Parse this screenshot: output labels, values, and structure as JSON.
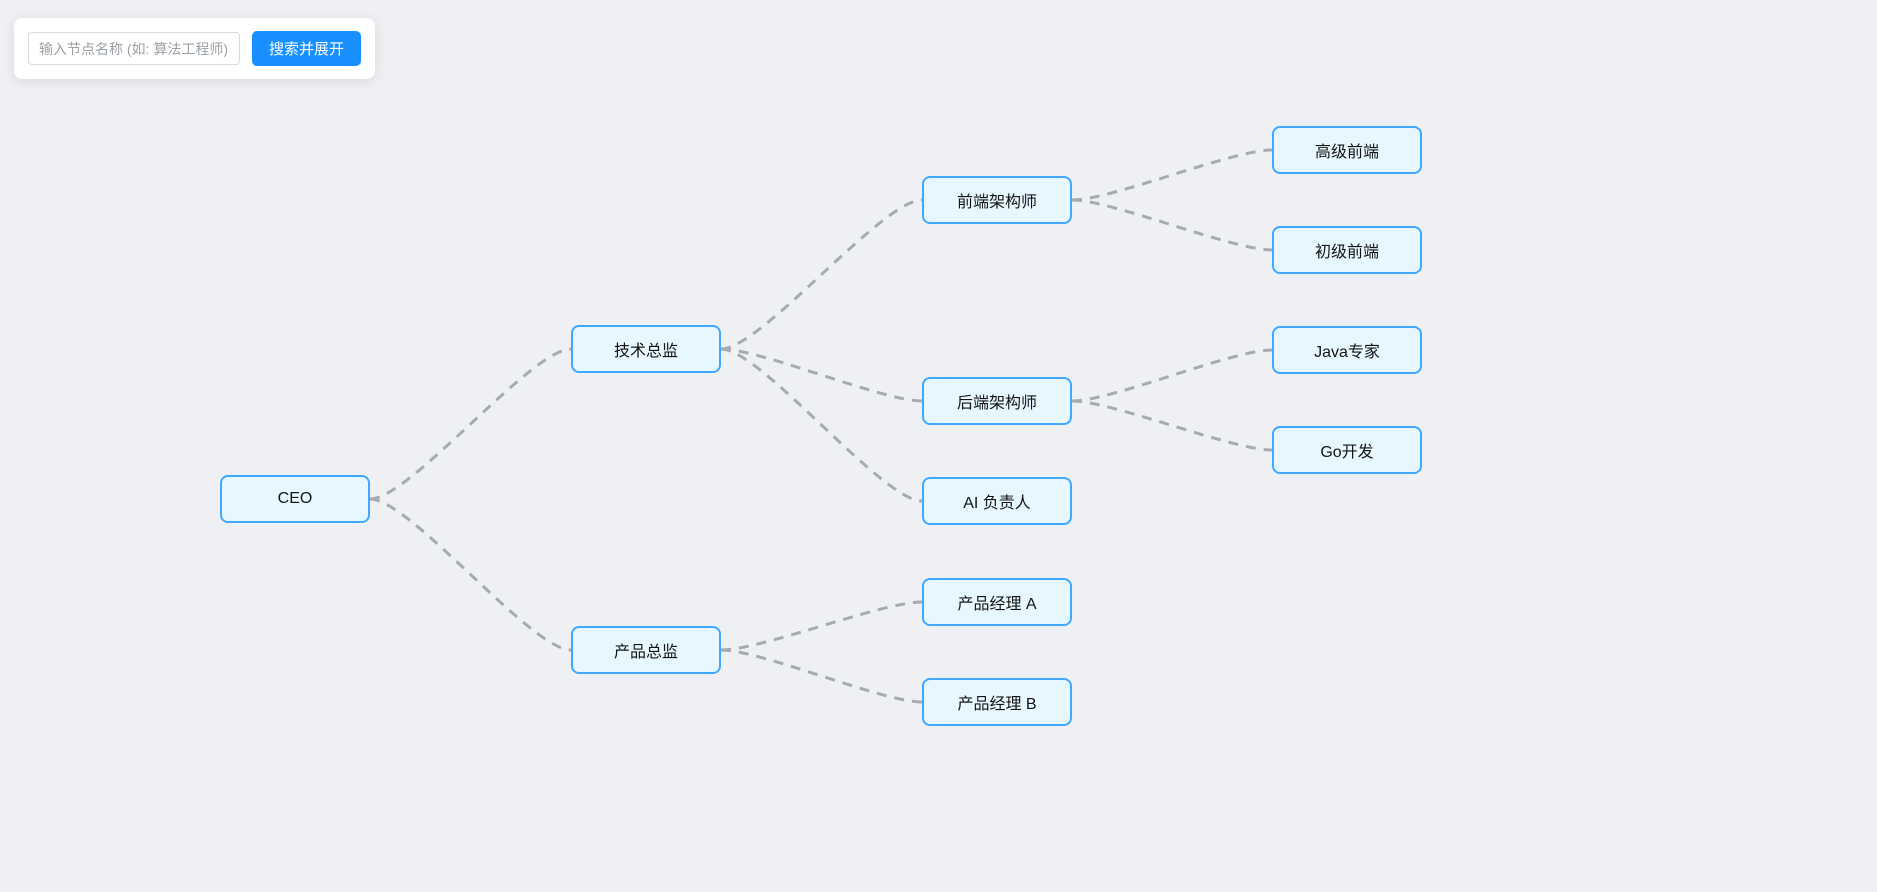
{
  "toolbar": {
    "search_placeholder": "输入节点名称 (如: 算法工程师)",
    "search_button_label": "搜索并展开",
    "search_value": ""
  },
  "mindmap": {
    "nodes": {
      "ceo": {
        "label": "CEO"
      },
      "tech_director": {
        "label": "技术总监"
      },
      "product_director": {
        "label": "产品总监"
      },
      "frontend_architect": {
        "label": "前端架构师"
      },
      "backend_architect": {
        "label": "后端架构师"
      },
      "ai_lead": {
        "label": "AI 负责人"
      },
      "senior_frontend": {
        "label": "高级前端"
      },
      "junior_frontend": {
        "label": "初级前端"
      },
      "java_expert": {
        "label": "Java专家"
      },
      "go_developer": {
        "label": "Go开发"
      },
      "pm_a": {
        "label": "产品经理 A"
      },
      "pm_b": {
        "label": "产品经理 B"
      }
    },
    "edges": [
      [
        "ceo",
        "tech_director"
      ],
      [
        "ceo",
        "product_director"
      ],
      [
        "tech_director",
        "frontend_architect"
      ],
      [
        "tech_director",
        "backend_architect"
      ],
      [
        "tech_director",
        "ai_lead"
      ],
      [
        "frontend_architect",
        "senior_frontend"
      ],
      [
        "frontend_architect",
        "junior_frontend"
      ],
      [
        "backend_architect",
        "java_expert"
      ],
      [
        "backend_architect",
        "go_developer"
      ],
      [
        "product_director",
        "pm_a"
      ],
      [
        "product_director",
        "pm_b"
      ]
    ],
    "hierarchy": {
      "CEO": {
        "技术总监": {
          "前端架构师": [
            "高级前端",
            "初级前端"
          ],
          "后端架构师": [
            "Java专家",
            "Go开发"
          ],
          "AI 负责人": []
        },
        "产品总监": {
          "产品经理 A": [],
          "产品经理 B": []
        }
      }
    },
    "colors": {
      "canvas_background": "#eef0f4",
      "node_fill": "#e6f7ff",
      "node_border": "#40a9ff",
      "edge": "#a6abb3",
      "button": "#1890ff",
      "panel": "#ffffff"
    }
  }
}
